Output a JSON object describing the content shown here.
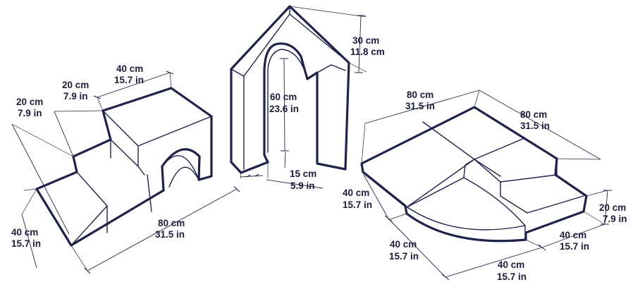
{
  "colors": {
    "outline": "#1e2249",
    "label": "#1a1d3a",
    "background": "#ffffff"
  },
  "steps_piece": {
    "step_height": {
      "cm": "20 cm",
      "in": "7.9 in"
    },
    "step_depth": {
      "cm": "20 cm",
      "in": "7.9 in"
    },
    "top_depth": {
      "cm": "40 cm",
      "in": "15.7 in"
    },
    "width": {
      "cm": "40 cm",
      "in": "15.7 in"
    },
    "length": {
      "cm": "80 cm",
      "in": "31.5 in"
    }
  },
  "arch_piece": {
    "roof_height": {
      "cm": "30 cm",
      "in": "11.8 cm"
    },
    "opening_height": {
      "cm": "60 cm",
      "in": "23.6 in"
    },
    "wall_thickness": {
      "cm": "15 cm",
      "in": "5.9 in"
    }
  },
  "mat_piece": {
    "side_a": {
      "cm": "80 cm",
      "in": "31.5 in"
    },
    "side_b": {
      "cm": "80 cm",
      "in": "31.5 in"
    },
    "thickness": {
      "cm": "40 cm",
      "in": "15.7 in"
    },
    "step_height": {
      "cm": "20 cm",
      "in": "7.9 in"
    },
    "step_depth": {
      "cm": "40 cm",
      "in": "15.7 in"
    },
    "quarter_radius_1": {
      "cm": "40 cm",
      "in": "15.7 in"
    },
    "quarter_radius_2": {
      "cm": "40 cm",
      "in": "15.7 in"
    }
  }
}
